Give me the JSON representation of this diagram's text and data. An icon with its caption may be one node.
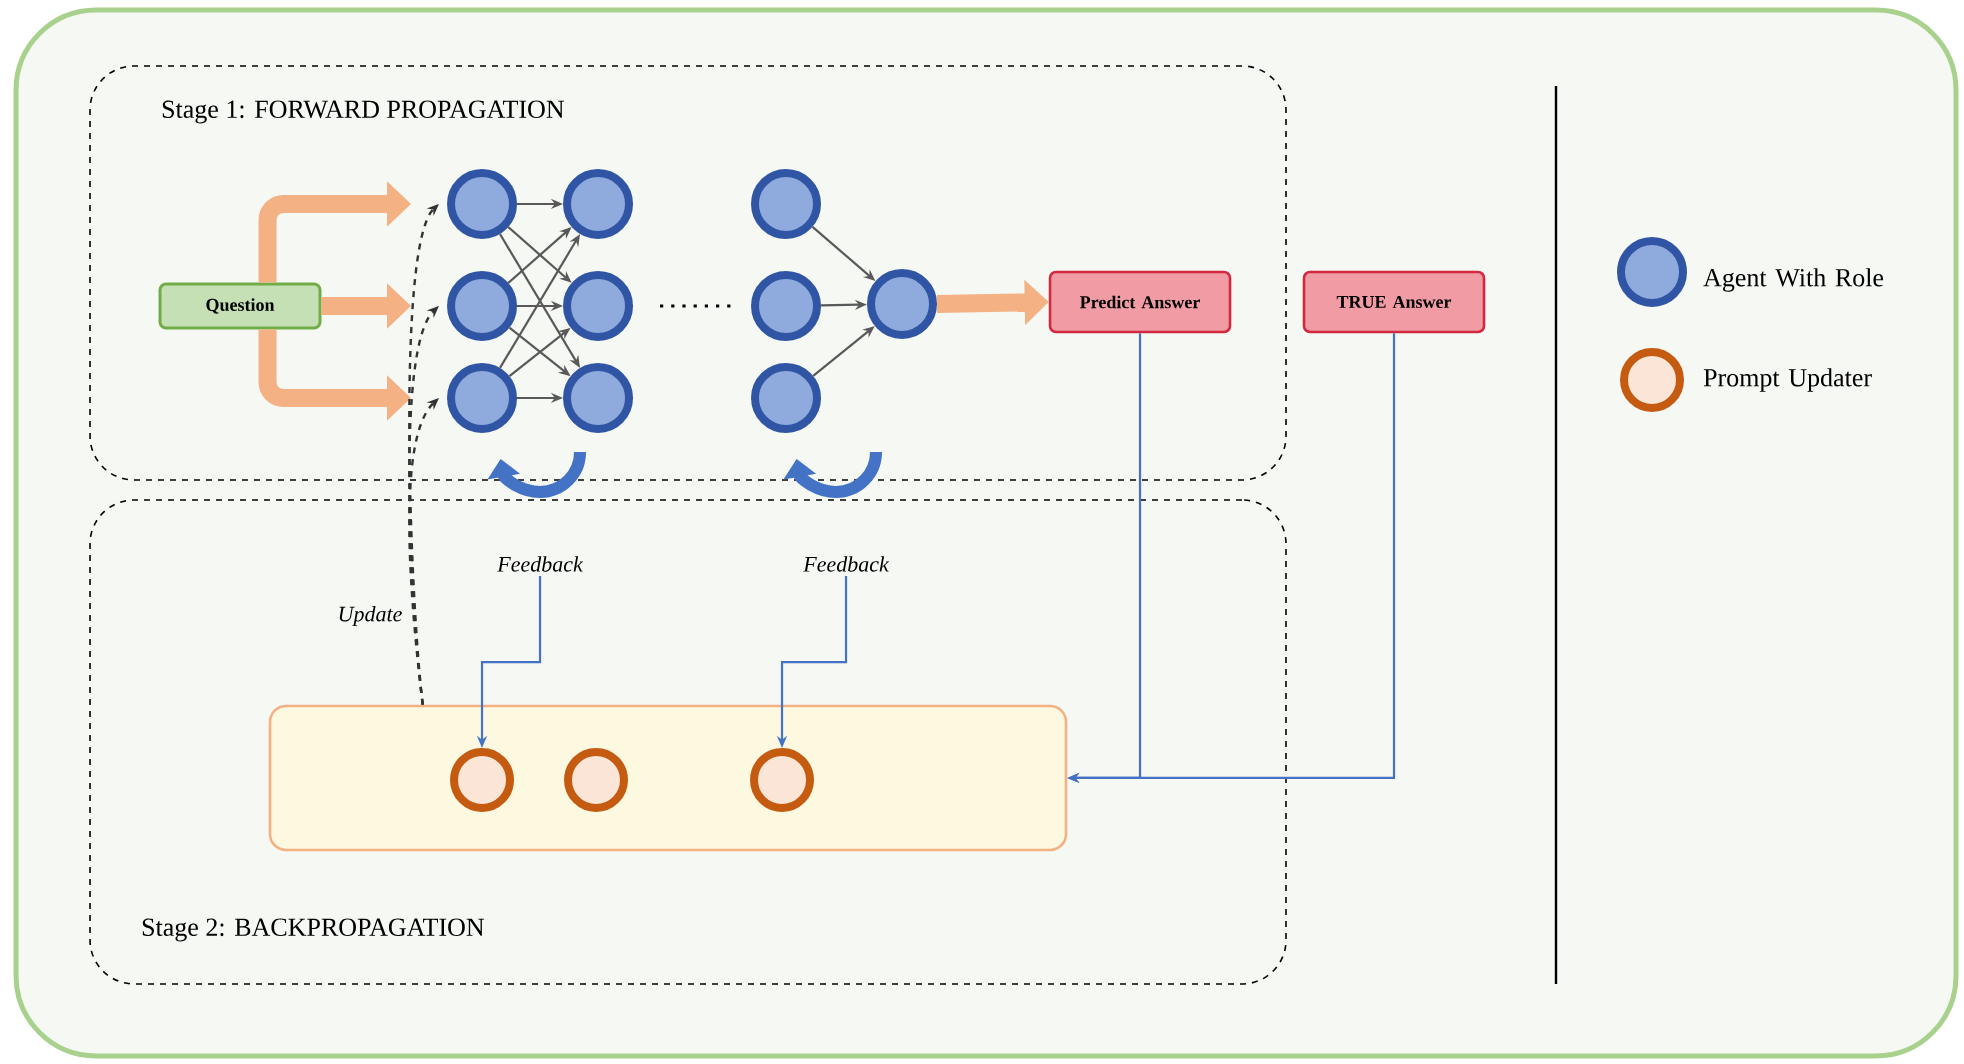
{
  "diagram": {
    "nodes": [
      {
        "text": [
          "Stage 1: FORWARD PROPAGATION"
        ]
      },
      {
        "text": [
          "Stage 2: BACKPROPAGATION"
        ]
      },
      {
        "text": [
          "Question"
        ],
        "in": 0
      },
      {
        "text": [],
        "shape": "circle",
        "in": 0
      },
      {
        "text": [],
        "shape": "circle",
        "in": 0
      },
      {
        "text": [],
        "shape": "circle",
        "in": 0
      },
      {
        "text": [],
        "shape": "circle",
        "in": 0
      },
      {
        "text": [],
        "shape": "circle",
        "in": 0
      },
      {
        "text": [],
        "shape": "circle",
        "in": 0
      },
      {
        "text": [],
        "shape": "circle",
        "in": 0
      },
      {
        "text": [],
        "shape": "circle",
        "in": 0
      },
      {
        "text": [],
        "shape": "circle",
        "in": 0
      },
      {
        "text": [],
        "shape": "circle",
        "in": 0
      },
      {
        "text": [
          "Predict Answer"
        ],
        "in": 0
      },
      {
        "text": [
          "TRUE Answer"
        ]
      },
      {
        "text": [
          "Feedback"
        ],
        "in": 1
      },
      {
        "text": [
          "Feedback"
        ],
        "in": 1
      },
      {
        "text": [],
        "shape": "box",
        "in": 1
      },
      {
        "text": [],
        "shape": "circle",
        "in": 17
      },
      {
        "text": [],
        "shape": "circle",
        "in": 17
      },
      {
        "text": [],
        "shape": "circle",
        "in": 17
      }
    ],
    "edges": [
      {
        "from": 2,
        "to": 3,
        "arrow": "to",
        "style": "thick",
        "color": "#f4b183"
      },
      {
        "from": 2,
        "to": 4,
        "arrow": "to",
        "style": "thick",
        "color": "#f4b183"
      },
      {
        "from": 2,
        "to": 5,
        "arrow": "to",
        "style": "thick",
        "color": "#f4b183"
      },
      {
        "from": 3,
        "to": 6,
        "arrow": "to"
      },
      {
        "from": 3,
        "to": 7,
        "arrow": "to"
      },
      {
        "from": 3,
        "to": 8,
        "arrow": "to"
      },
      {
        "from": 4,
        "to": 6,
        "arrow": "to"
      },
      {
        "from": 4,
        "to": 7,
        "arrow": "to"
      },
      {
        "from": 4,
        "to": 8,
        "arrow": "to"
      },
      {
        "from": 5,
        "to": 6,
        "arrow": "to"
      },
      {
        "from": 5,
        "to": 7,
        "arrow": "to"
      },
      {
        "from": 5,
        "to": 8,
        "arrow": "to"
      },
      {
        "from": 9,
        "to": 12,
        "arrow": "to"
      },
      {
        "from": 10,
        "to": 12,
        "arrow": "to"
      },
      {
        "from": 11,
        "to": 12,
        "arrow": "to"
      },
      {
        "from": 12,
        "to": 13,
        "arrow": "to",
        "style": "thick",
        "color": "#f4b183"
      },
      {
        "from": 13,
        "to": 17,
        "arrow": "to",
        "color": "#4472c4"
      },
      {
        "from": 14,
        "to": 17,
        "arrow": "to",
        "color": "#4472c4"
      },
      {
        "from": 15,
        "to": 18,
        "arrow": "to",
        "color": "#4472c4"
      },
      {
        "from": 16,
        "to": 20,
        "arrow": "to",
        "color": "#4472c4"
      },
      {
        "from": 17,
        "to": 3,
        "arrow": "to",
        "style": "dashed",
        "color": "#333333",
        "label": "Update"
      },
      {
        "from": 17,
        "to": 4,
        "arrow": "to",
        "style": "dashed",
        "color": "#333333"
      },
      {
        "from": 17,
        "to": 5,
        "arrow": "to",
        "style": "dashed",
        "color": "#333333"
      }
    ],
    "legend": [
      {
        "text": "Agent With Role"
      },
      {
        "text": "Prompt Updater"
      }
    ]
  }
}
